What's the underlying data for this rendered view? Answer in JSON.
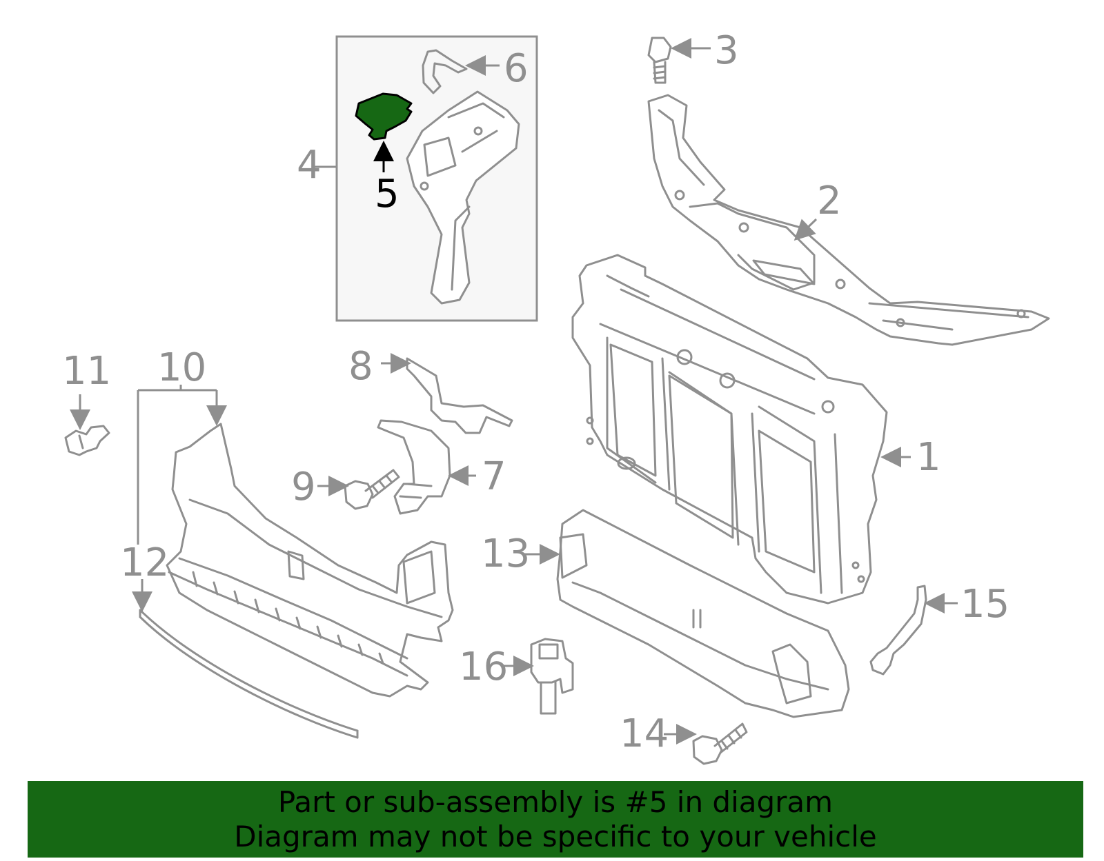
{
  "callouts": {
    "c1": "1",
    "c2": "2",
    "c3": "3",
    "c4": "4",
    "c5": "5",
    "c6": "6",
    "c7": "7",
    "c8": "8",
    "c9": "9",
    "c10": "10",
    "c11": "11",
    "c12": "12",
    "c13": "13",
    "c14": "14",
    "c15": "15",
    "c16": "16"
  },
  "highlighted_part": "5",
  "colors": {
    "highlight": "#166814",
    "line": "#8f8f8f",
    "inset_background": "#f7f7f7",
    "banner": "#166814"
  },
  "banner": {
    "line1": "Part or sub-assembly is #5 in diagram",
    "line2": "Diagram may not be specific to your vehicle"
  }
}
